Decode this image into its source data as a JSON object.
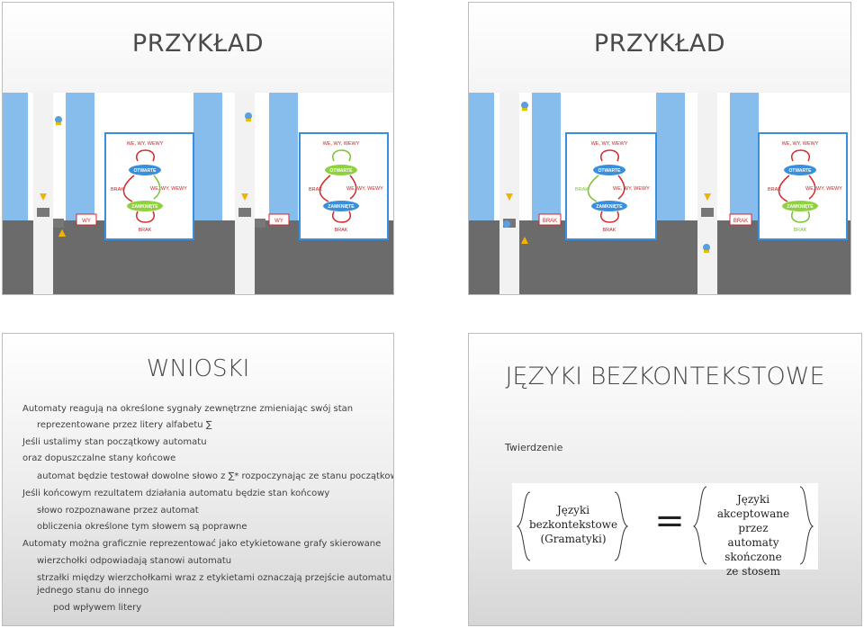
{
  "slide1": {
    "title": "PRZYKŁAD",
    "labels": {
      "wy": "WY",
      "states_top": "WE, WY, WEWY",
      "open": "OTWARTE",
      "brak_left": "BRAK",
      "self_right": "WE, WY, WEWY",
      "closed": "ZAMKNIĘTE",
      "brak_bottom": "BRAK"
    }
  },
  "slide2": {
    "title": "PRZYKŁAD",
    "labels": {
      "brak": "BRAK",
      "states_top": "WE, WY, WEWY",
      "open": "OTWARTE",
      "brak_left": "BRAK",
      "self_right": "WE, WY, WEWY",
      "closed": "ZAMKNIĘTE",
      "brak_bottom": "BRAK"
    }
  },
  "slide3": {
    "title": "WNIOSKI",
    "lines": [
      "Automaty reagują na określone sygnały zewnętrzne zmieniając swój stan",
      "reprezentowane przez litery alfabetu ∑",
      "Jeśli ustalimy stan początkowy automatu",
      "oraz dopuszczalne stany końcowe",
      "automat będzie testował dowolne słowo z ∑* rozpoczynając ze stanu początkowego",
      "Jeśli końcowym rezultatem działania automatu będzie stan końcowy",
      "słowo rozpoznawane przez automat",
      "obliczenia określone tym słowem są poprawne",
      "Automaty można graficznie reprezentować jako etykietowane grafy skierowane",
      "wierzchołki odpowiadają stanowi automatu",
      "strzałki między wierzchołkami wraz z etykietami oznaczają przejście automatu z",
      "jednego stanu do innego",
      "pod wpływem litery"
    ]
  },
  "slide4": {
    "title": "JĘZYKI BEZKONTEKSTOWE",
    "subtitle": "Twierdzenie",
    "left_set": [
      "Języki",
      "bezkontekstowe",
      "(Gramatyki)"
    ],
    "equals": "=",
    "right_set": [
      "Języki",
      "akceptowane przez",
      "automaty skończone",
      "ze stosem"
    ]
  },
  "colors": {
    "water": "#86bdec",
    "ground": "#6b6b6b",
    "sidewalk": "#f0f0f0",
    "open_state": "#3a8fdd",
    "closed_state": "#3a8fdd",
    "active_state": "#8fd13f",
    "arrow_red": "#d02a2a",
    "arrow_green": "#7cc133",
    "label_red": "#cc2222",
    "panel_border": "#3a8fdd"
  }
}
